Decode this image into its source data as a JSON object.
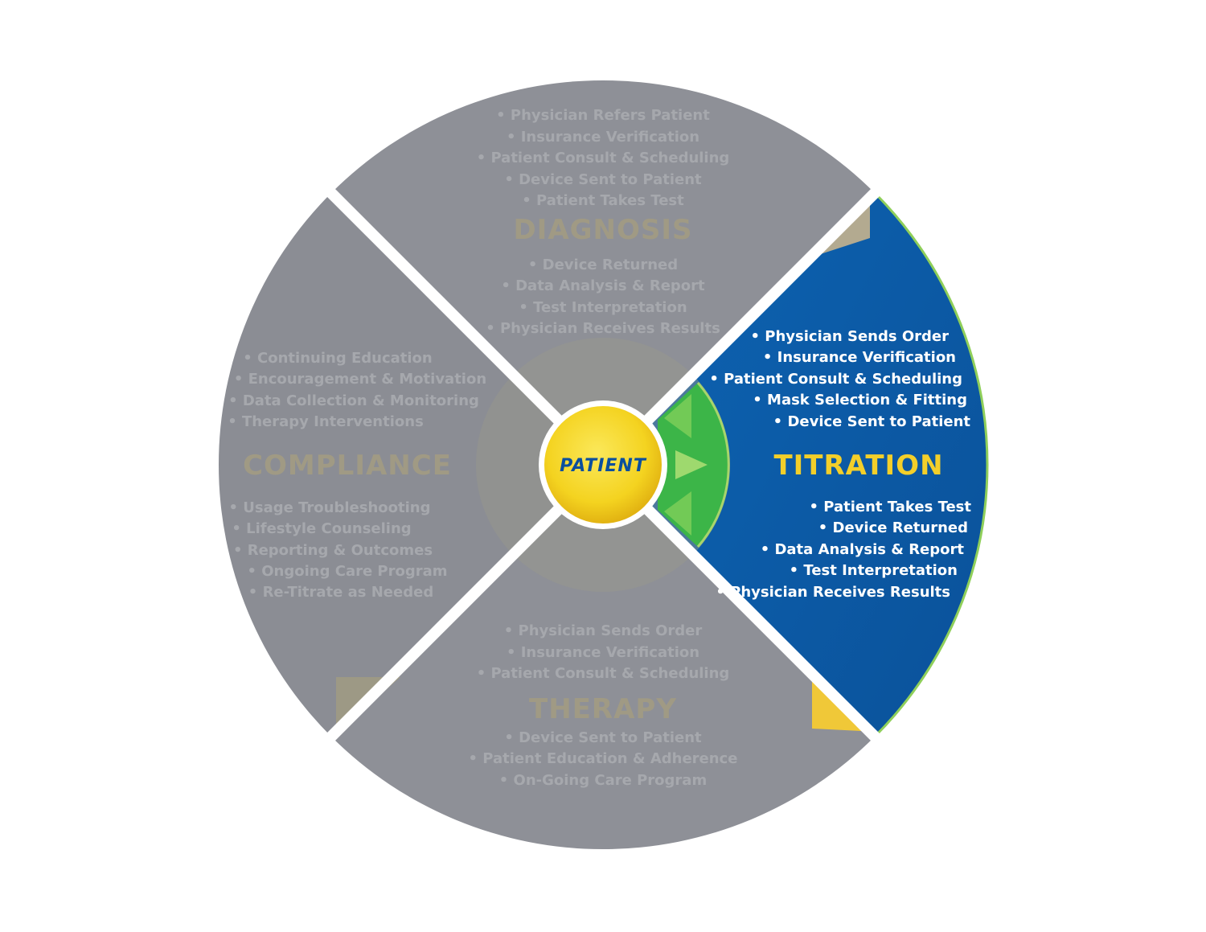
{
  "center": {
    "label": "PATIENT"
  },
  "colors": {
    "gray_quadrant": "#8e9097",
    "gray_text": "#a5a7ac",
    "gray_title": "#a09a84",
    "active_blue": "#0b5ca8",
    "active_title": "#f3cf2a",
    "active_text": "#ffffff",
    "center_yellow": "#f4d320",
    "arrow_green": "#3cb548",
    "divider": "#ffffff"
  },
  "sections": {
    "diagnosis": {
      "title": "DIAGNOSIS",
      "items_top": [
        "• Physician Refers Patient",
        "• Insurance Verification",
        "• Patient Consult & Scheduling",
        "• Device Sent to Patient",
        "• Patient Takes Test"
      ],
      "items_bottom": [
        "• Device Returned",
        "• Data Analysis & Report",
        "• Test Interpretation",
        "• Physician Receives Results"
      ]
    },
    "titration": {
      "title": "TITRATION",
      "items_top": [
        "• Physician Sends Order",
        "• Insurance Verification",
        "• Patient Consult & Scheduling",
        "• Mask Selection & Fitting",
        "• Device Sent to Patient"
      ],
      "items_bottom": [
        "• Patient Takes Test",
        "• Device Returned",
        "• Data Analysis & Report",
        "• Test Interpretation",
        "• Physician Receives Results"
      ]
    },
    "therapy": {
      "title": "THERAPY",
      "items_top": [
        "• Physician Sends Order",
        "• Insurance Verification",
        "• Patient Consult & Scheduling"
      ],
      "items_bottom": [
        "• Device Sent to Patient",
        "• Patient Education & Adherence",
        "• On-Going Care Program"
      ]
    },
    "compliance": {
      "title": "COMPLIANCE",
      "items_top": [
        "• Continuing Education",
        "• Encouragement & Motivation",
        "• Data Collection & Monitoring",
        "• Therapy Interventions"
      ],
      "items_bottom": [
        "• Usage Troubleshooting",
        "• Lifestyle Counseling",
        "• Reporting & Outcomes",
        "• Ongoing Care Program",
        "• Re-Titrate as Needed"
      ]
    }
  }
}
